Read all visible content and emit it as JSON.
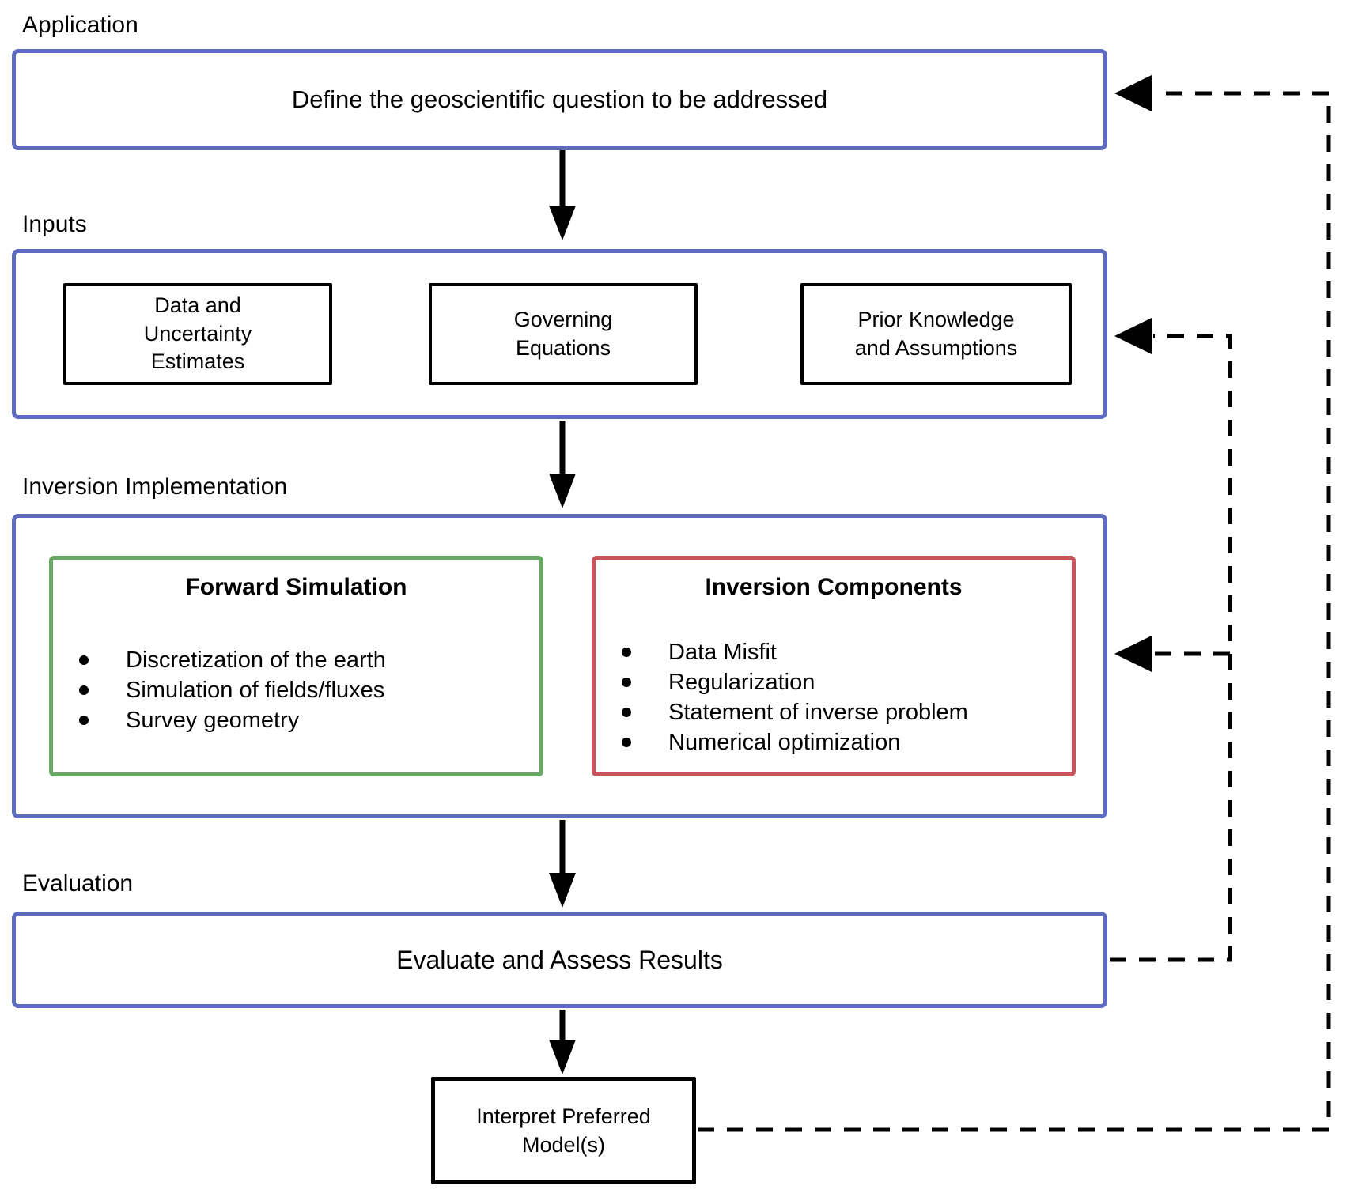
{
  "colors": {
    "accent_blue": "#5d6cc0",
    "accent_green": "#68a865",
    "accent_red": "#c9545c",
    "ink": "#000000"
  },
  "application": {
    "label": "Application",
    "text": "Define the geoscientific question to be addressed"
  },
  "inputs": {
    "label": "Inputs",
    "boxes": [
      {
        "lines": [
          "Data and",
          "Uncertainty",
          "Estimates"
        ]
      },
      {
        "lines": [
          "Governing",
          "Equations"
        ]
      },
      {
        "lines": [
          "Prior Knowledge",
          "and Assumptions"
        ]
      }
    ]
  },
  "inversion": {
    "label": "Inversion Implementation",
    "forward": {
      "title": "Forward Simulation",
      "items": [
        "Discretization of the earth",
        "Simulation of fields/fluxes",
        "Survey geometry"
      ]
    },
    "components": {
      "title": "Inversion Components",
      "items": [
        "Data Misfit",
        "Regularization",
        "Statement of inverse problem",
        "Numerical optimization"
      ]
    }
  },
  "evaluation": {
    "label": "Evaluation",
    "text": "Evaluate and Assess Results"
  },
  "interpret": {
    "lines": [
      "Interpret Preferred",
      "Model(s)"
    ]
  }
}
